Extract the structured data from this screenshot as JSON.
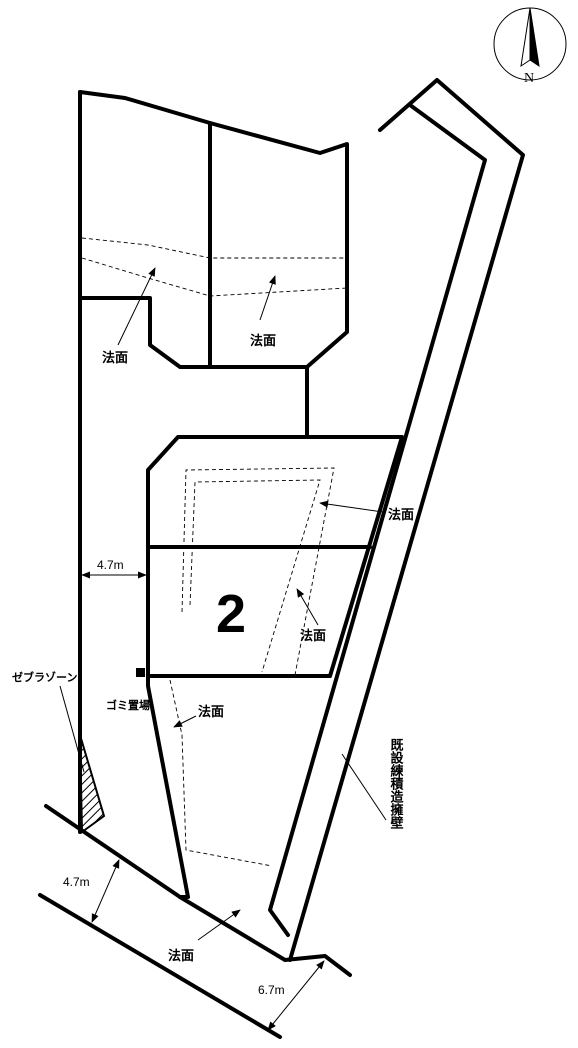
{
  "compass": {
    "north_label": "N",
    "icon": "north-arrow-icon"
  },
  "lot": {
    "number": "2"
  },
  "slopes": {
    "upper_left": "法面",
    "upper_right": "法面",
    "right_edge": "法面",
    "lot_inner": "法面",
    "lower": "法面",
    "road": "法面"
  },
  "labels": {
    "zebra_zone": "ゼブラゾーン",
    "garbage_station": "ゴミ置場",
    "retaining_wall": "既設練積造擁壁"
  },
  "dimensions": {
    "side_road_width": "4.7m",
    "road_width_lower": "4.7m",
    "road_width_right": "6.7m"
  },
  "colors": {
    "line": "#000000",
    "background": "#ffffff"
  }
}
